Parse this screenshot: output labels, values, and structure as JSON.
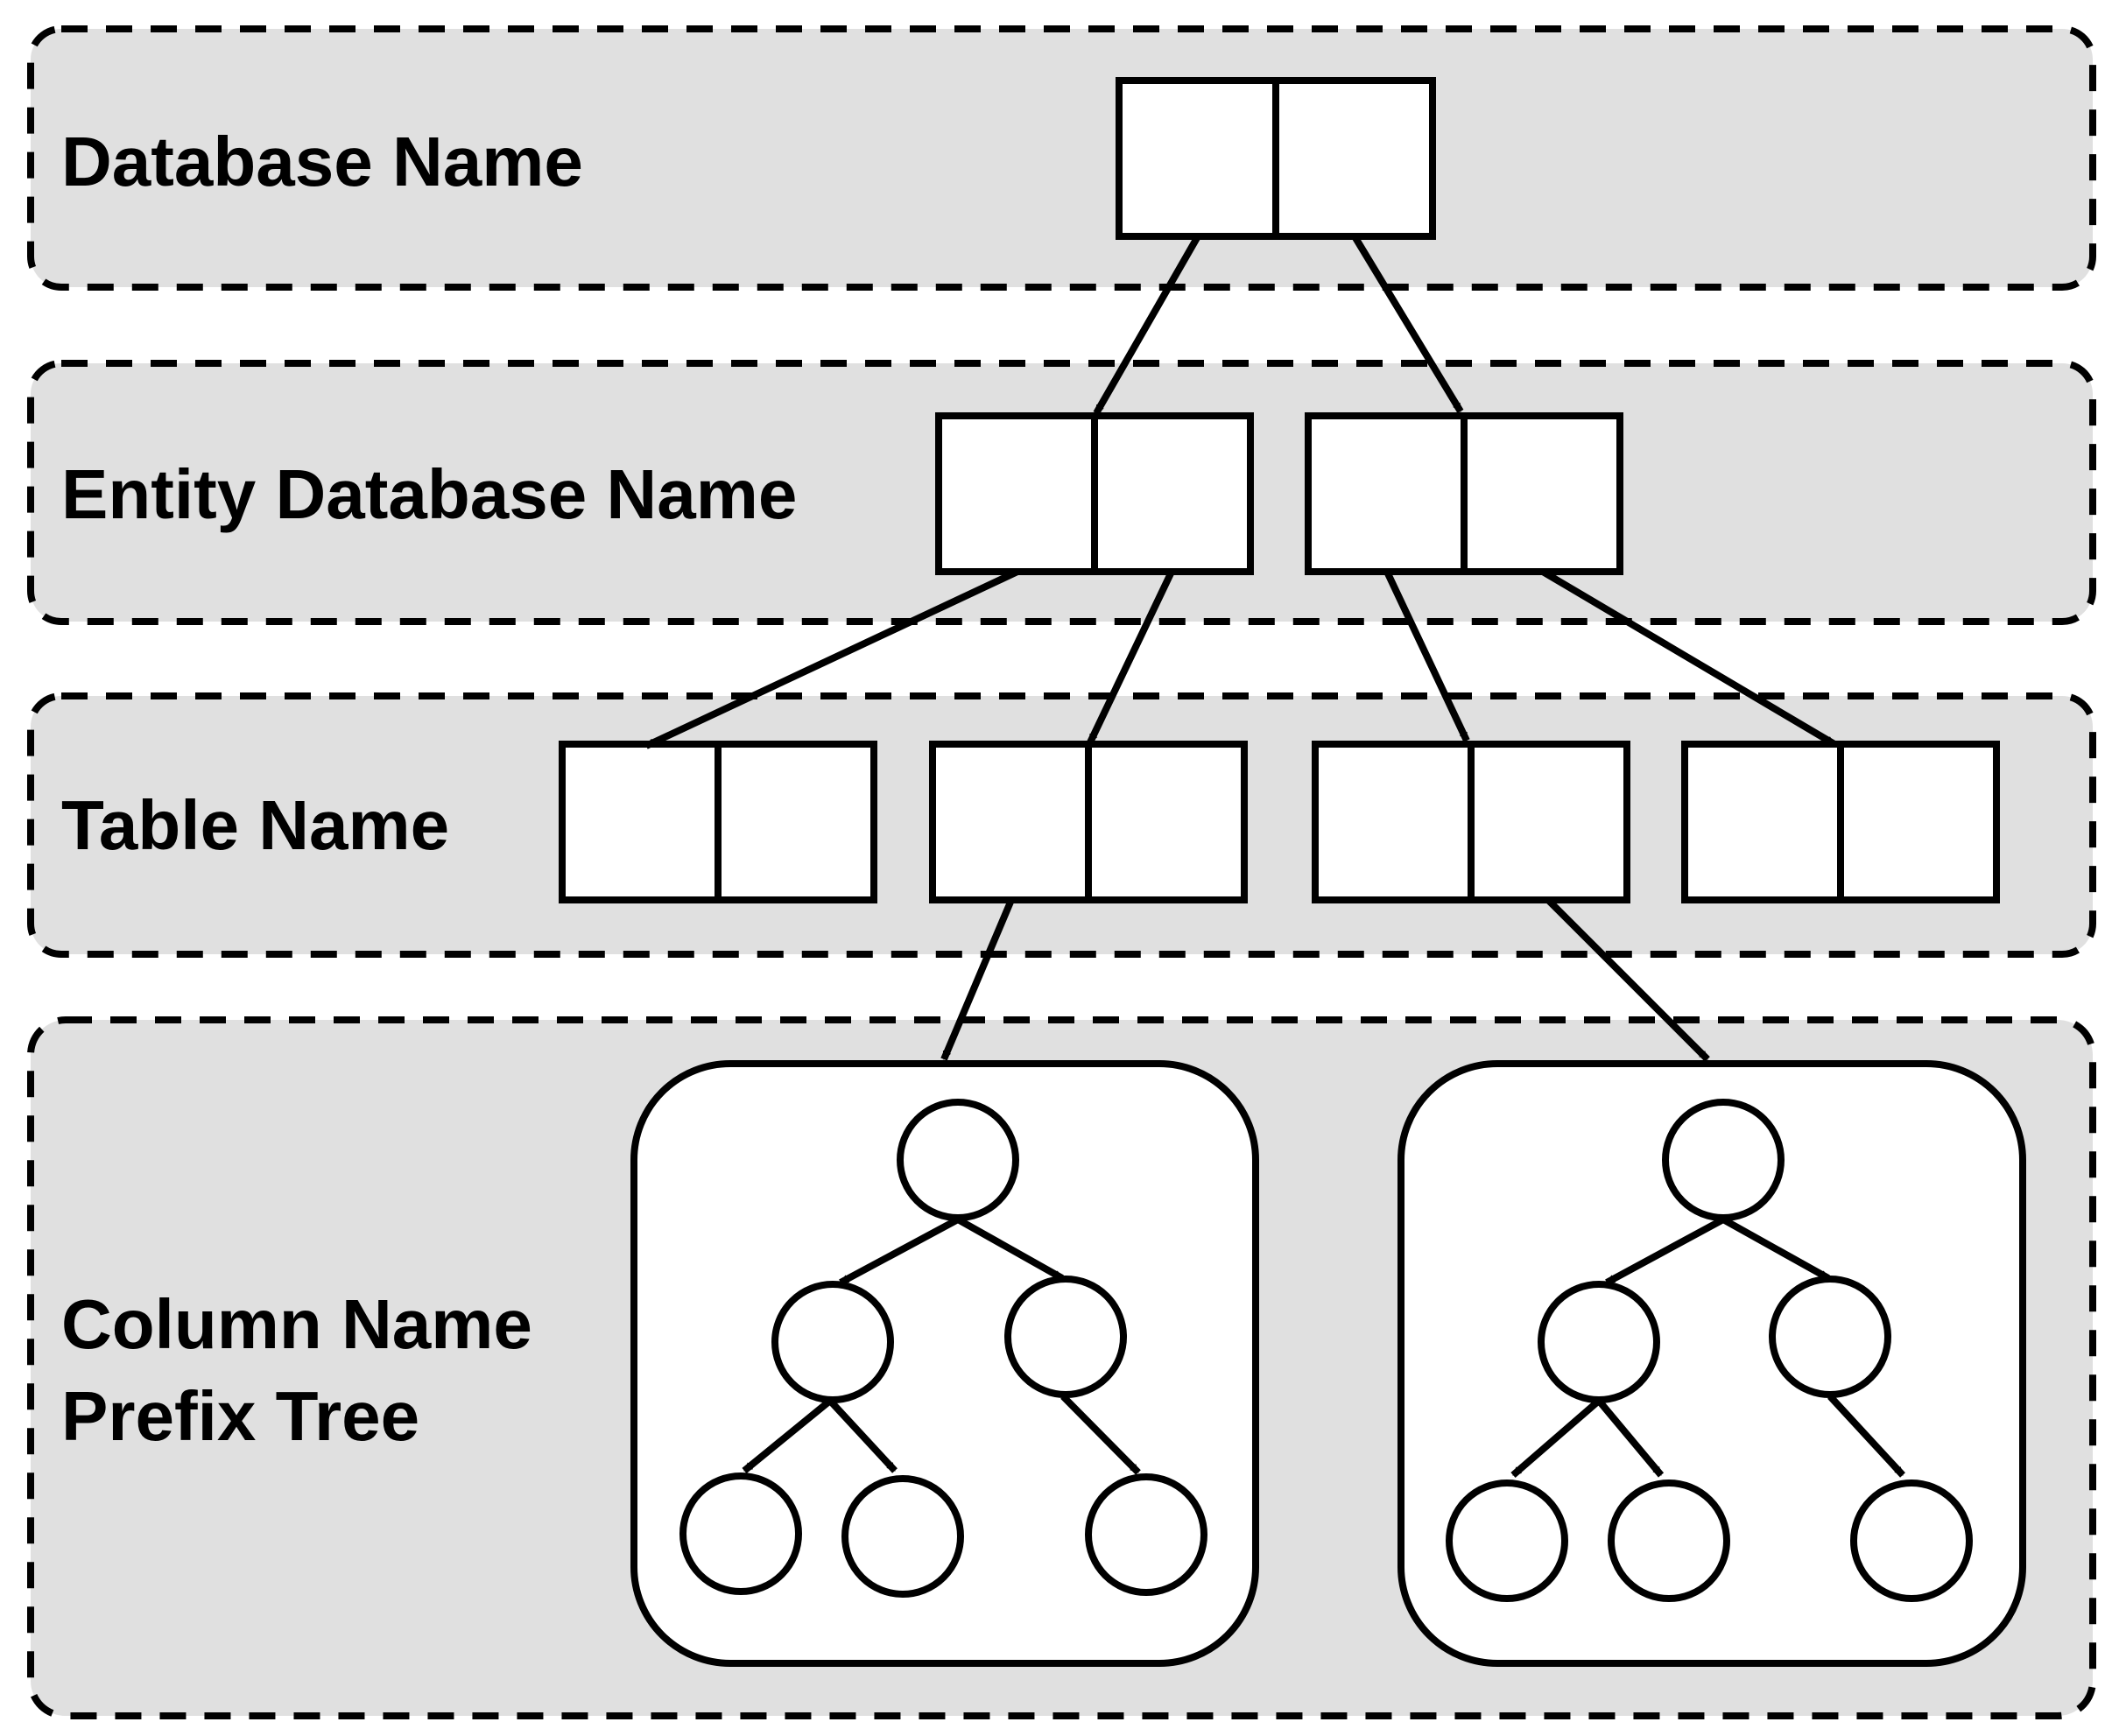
{
  "layers": {
    "database": {
      "label": "Database Name"
    },
    "entity_database": {
      "label": "Entity Database Name"
    },
    "table": {
      "label": "Table Name"
    },
    "column": {
      "label_line1": "Column Name",
      "label_line2": "Prefix Tree"
    }
  },
  "colors": {
    "layer_fill": "#e0e0e0",
    "stroke": "#000000",
    "node_fill": "#ffffff"
  },
  "structure": {
    "database_nodes": 1,
    "entity_database_nodes": 2,
    "table_nodes": 4,
    "prefix_trees": 2,
    "prefix_tree_nodes_each": 6
  }
}
